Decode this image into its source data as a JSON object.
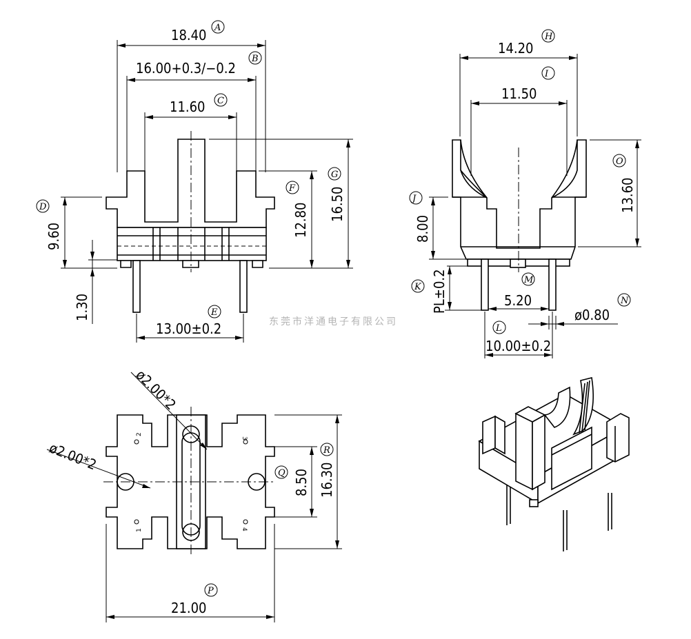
{
  "dimensions": {
    "A": "18.40",
    "B": "16.00+0.3/−0.2",
    "C": "11.60",
    "D": "9.60",
    "D2": "1.30",
    "E": "13.00±0.2",
    "F": "12.80",
    "G": "16.50",
    "H": "14.20",
    "I": "11.50",
    "J": "8.00",
    "K": "PL±0.2",
    "L": "10.00±0.2",
    "M": "5.20",
    "N": "ø0.80",
    "O": "13.60",
    "P": "21.00",
    "Q": "8.50",
    "R": "16.30",
    "hole_upper": "ø2.00*2",
    "hole_left": "ø2.00*2"
  },
  "labels": {
    "A": "A",
    "B": "B",
    "C": "C",
    "D": "D",
    "E": "E",
    "F": "F",
    "G": "G",
    "H": "H",
    "I": "I",
    "J": "J",
    "K": "K",
    "L": "L",
    "M": "M",
    "N": "N",
    "O": "O",
    "P": "P",
    "Q": "Q",
    "R": "R"
  },
  "pins": {
    "p1": "1",
    "p2": "2",
    "p3": "3",
    "p4": "4"
  },
  "watermark": "东莞市洋通电子有限公司"
}
